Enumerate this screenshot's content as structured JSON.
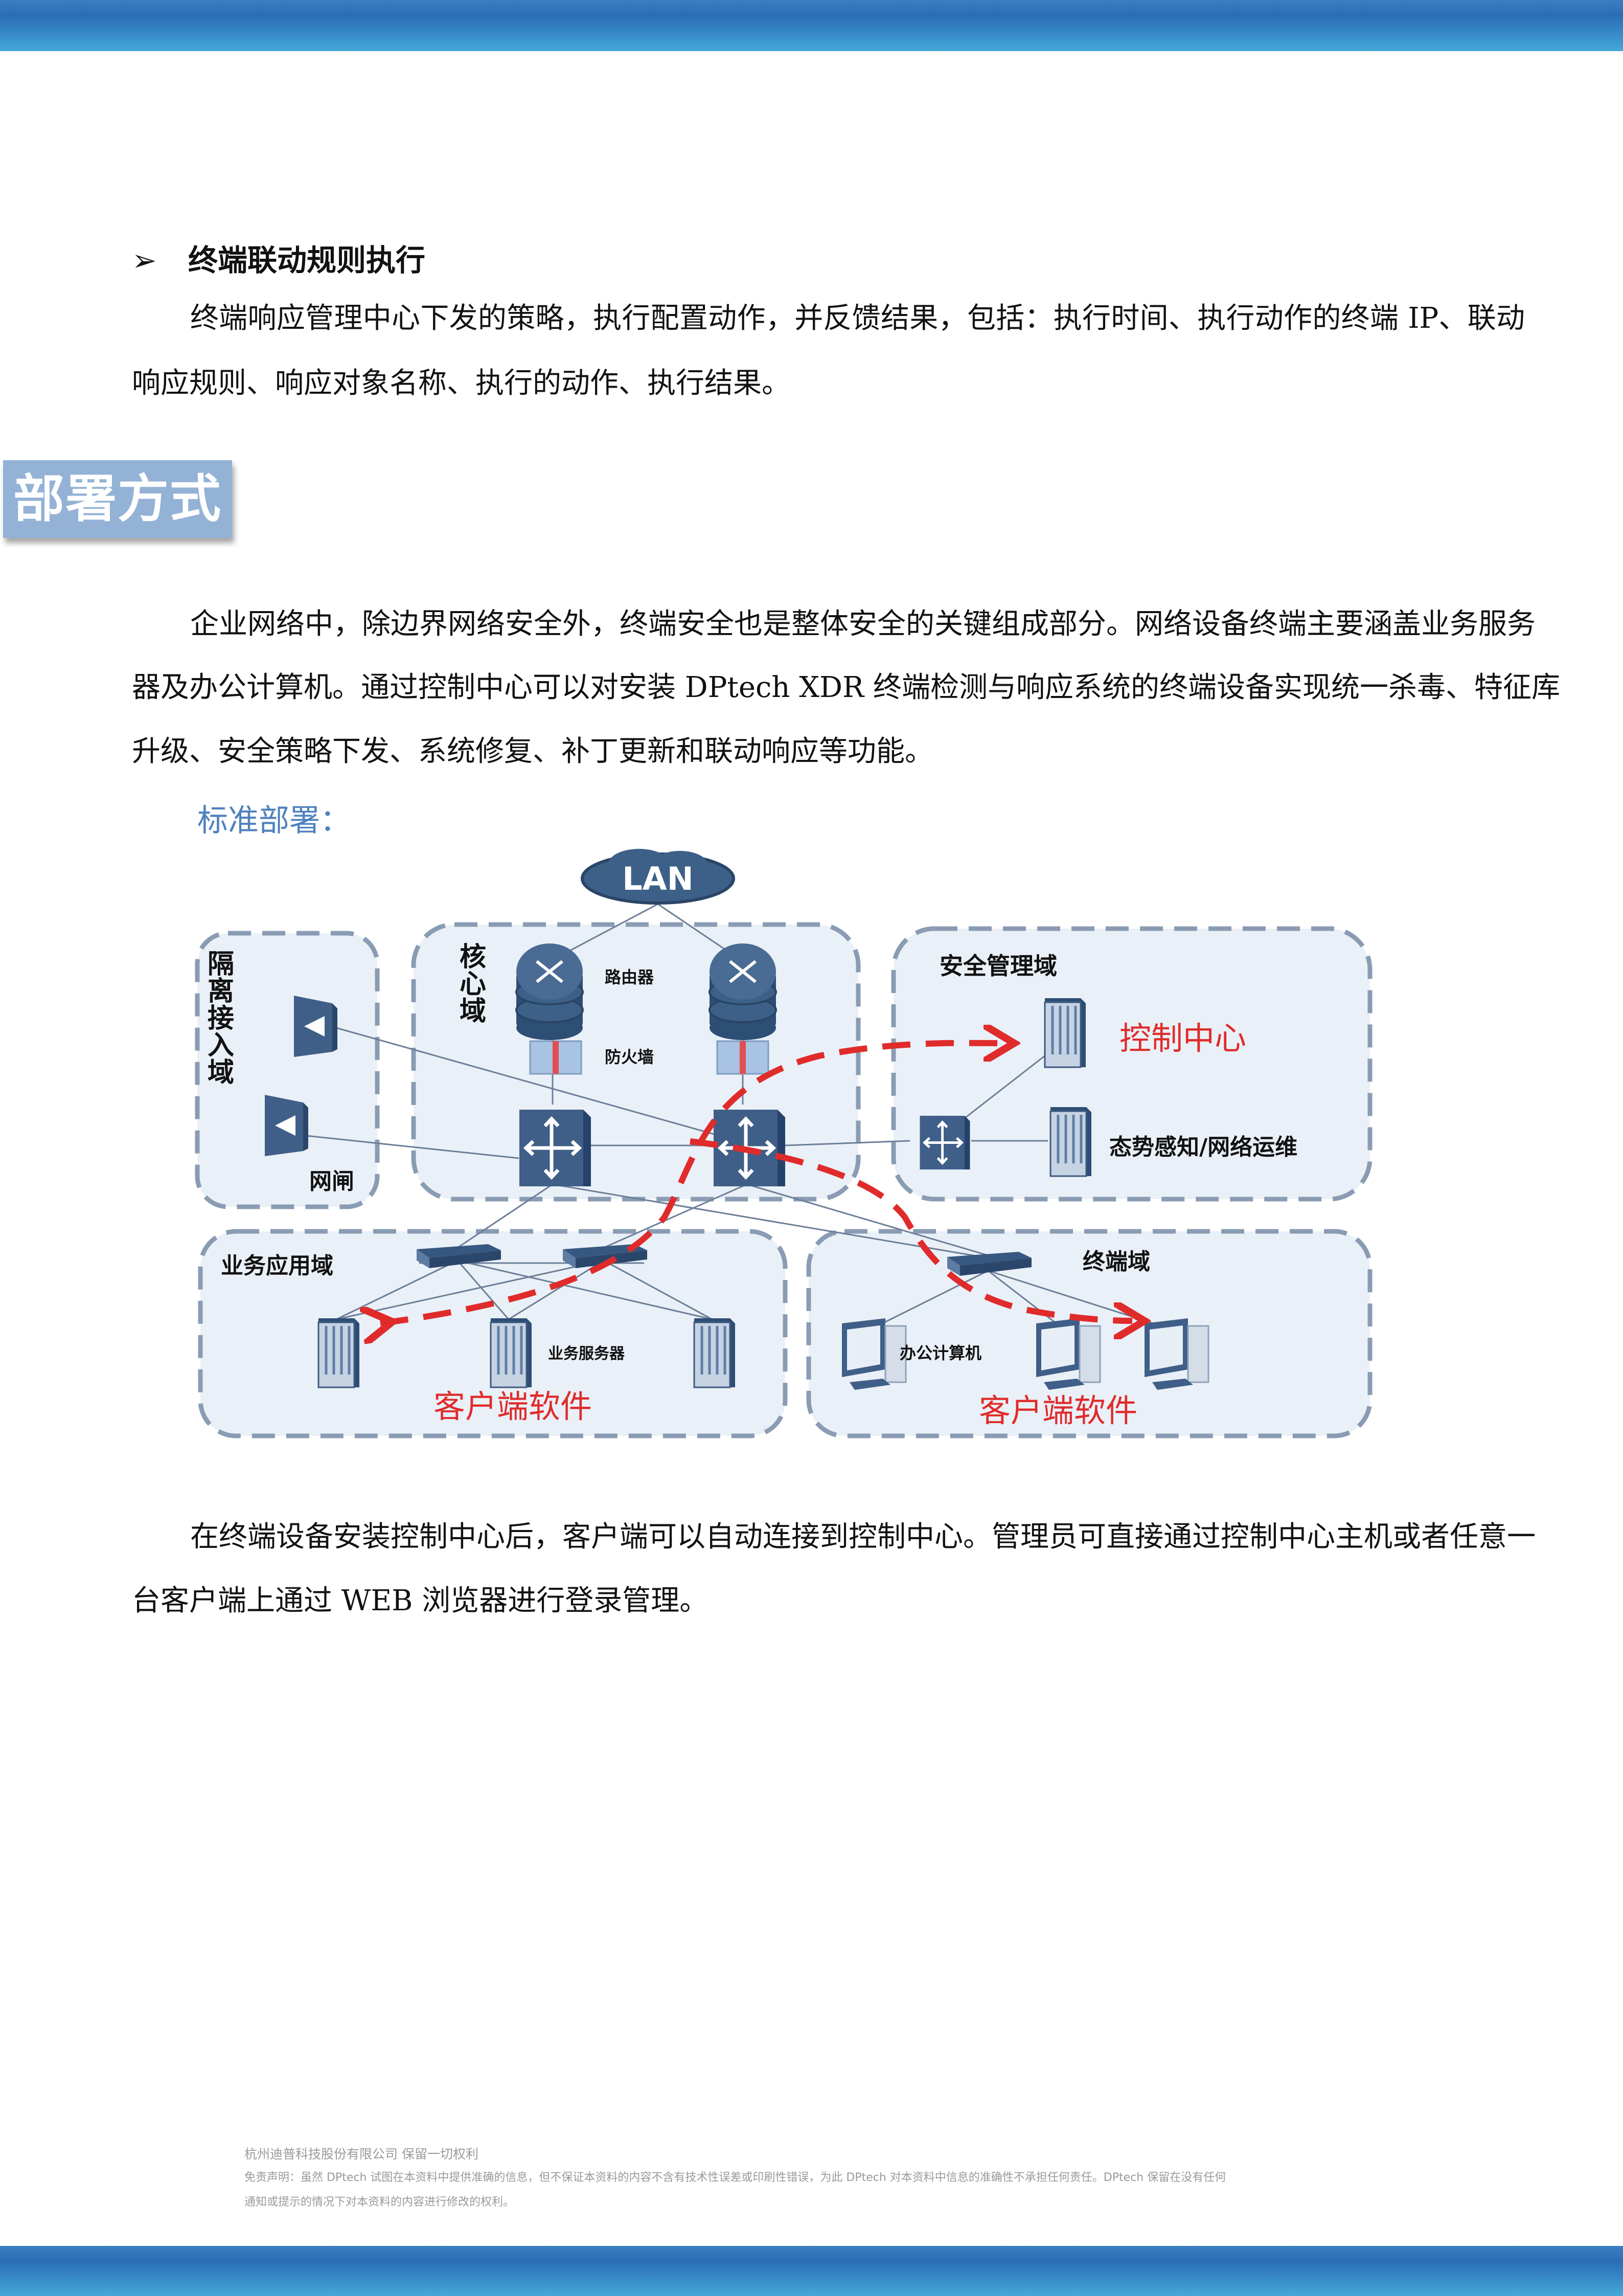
{
  "bullet": {
    "icon": "arrow-bullet-icon",
    "symbol": "➢",
    "title": "终端联动规则执行"
  },
  "para1": [
    "终端响应管理中心下发的策略，执行配置动作，并反馈结果，包括：执行时间、执行动作的终端 IP、联动",
    "响应规则、响应对象名称、执行的动作、执行结果。"
  ],
  "section_title": "部署方式",
  "para2": [
    "企业网络中，除边界网络安全外，终端安全也是整体安全的关键组成部分。网络设备终端主要涵盖业务服务",
    "器及办公计算机。通过控制中心可以对安装 DPtech XDR 终端检测与响应系统的终端设备实现统一杀毒、特征库",
    "升级、安全策略下发、系统修复、补丁更新和联动响应等功能。"
  ],
  "subheading": "标准部署：",
  "diagram": {
    "lan": "LAN",
    "isolation_domain": "隔离接入域",
    "gate": "网闸",
    "core_domain": "核心域",
    "router": "路由器",
    "firewall": "防火墙",
    "security_domain": "安全管理域",
    "control_center": "控制中心",
    "ops": "态势感知/网络运维",
    "business_domain": "业务应用域",
    "business_server": "业务服务器",
    "client_software_1": "客户端软件",
    "terminal_domain": "终端域",
    "office_pc": "办公计算机",
    "client_software_2": "客户端软件",
    "colors": {
      "device": "#3d5a80",
      "box_fill": "#eaf0f7",
      "box_stroke": "#8a9cb3",
      "red": "#e02b2b"
    }
  },
  "para3": [
    "在终端设备安装控制中心后，客户端可以自动连接到控制中心。管理员可直接通过控制中心主机或者任意一",
    "台客户端上通过 WEB 浏览器进行登录管理。"
  ],
  "footer": {
    "copyright": "杭州迪普科技股份有限公司 保留一切权利",
    "disclaimer_1": "免责声明：虽然 DPtech 试图在本资料中提供准确的信息，但不保证本资料的内容不含有技术性误差或印刷性错误，为此 DPtech 对本资料中信息的准确性不承担任何责任。DPtech 保留在没有任何",
    "disclaimer_2": "通知或提示的情况下对本资料的内容进行修改的权利。"
  }
}
